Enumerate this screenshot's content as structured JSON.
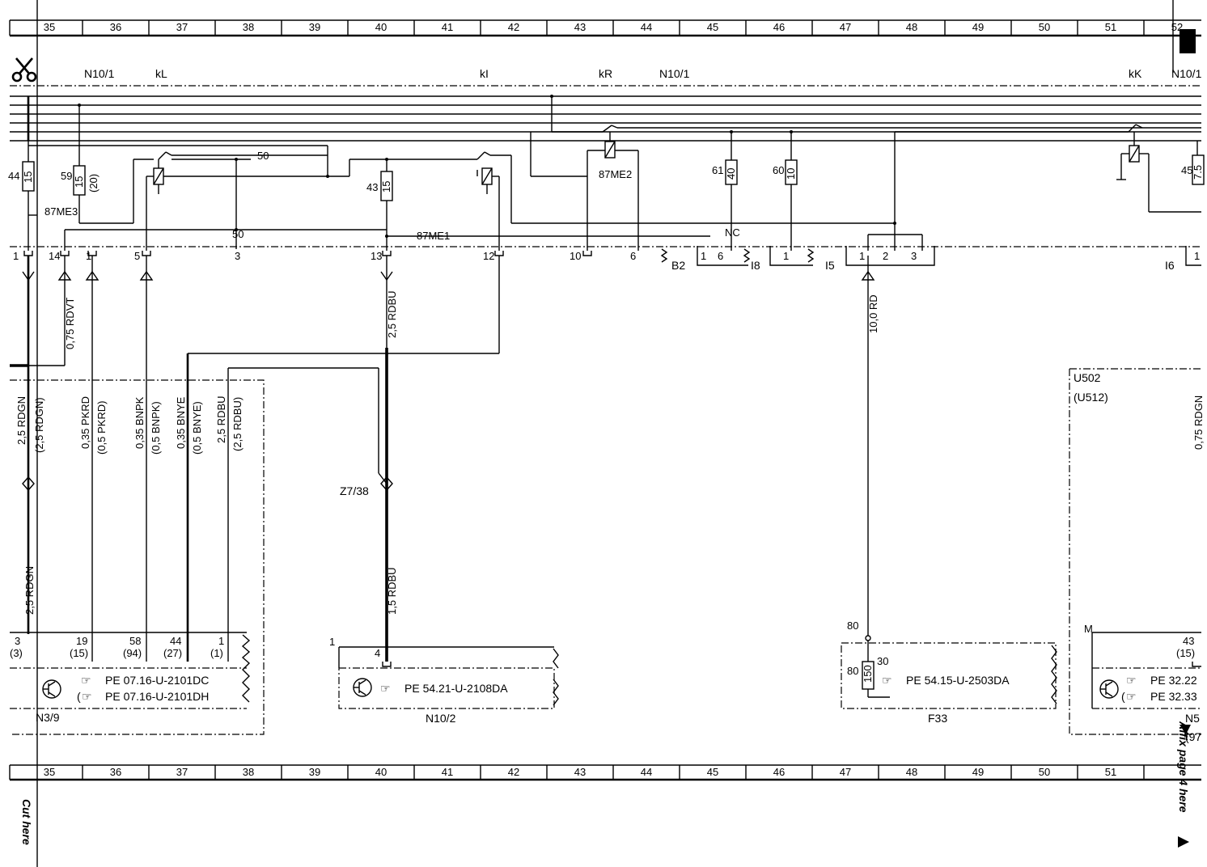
{
  "ruler": {
    "top_numbers": [
      "35",
      "36",
      "37",
      "38",
      "39",
      "40",
      "41",
      "42",
      "43",
      "44",
      "45",
      "46",
      "47",
      "48",
      "49",
      "50",
      "51",
      "52"
    ],
    "bottom_numbers": [
      "35",
      "36",
      "37",
      "38",
      "39",
      "40",
      "41",
      "42",
      "43",
      "44",
      "45",
      "46",
      "47",
      "48",
      "49",
      "50",
      "51"
    ]
  },
  "cut_here_left": "Cut here",
  "affix_right": "Affix page 4 here",
  "header_labels": {
    "n10_1_left": "N10/1",
    "kL": "kL",
    "kI": "kI",
    "kR": "kR",
    "n10_1_mid": "N10/1",
    "kK": "kK",
    "n10_1_right": "N10/1"
  },
  "fuses": {
    "f44": {
      "num": "44",
      "rating": "15"
    },
    "f59": {
      "num": "59",
      "rating": "15",
      "alt": "(20)"
    },
    "f43": {
      "num": "43",
      "rating": "15"
    },
    "f61": {
      "num": "61",
      "rating": "40"
    },
    "f60": {
      "num": "60",
      "rating": "10"
    },
    "f45": {
      "num": "45",
      "rating": "7.5"
    },
    "f80": {
      "num": "80",
      "rating": "150"
    }
  },
  "relay_labels": {
    "me3": "87ME3",
    "me2": "87ME2",
    "me1": "87ME1",
    "fifty_top": "50",
    "fifty_mid": "50",
    "nc": "NC"
  },
  "connector_pins": {
    "p1": "1",
    "p14": "14",
    "p1b": "1",
    "p5": "5",
    "p3": "3",
    "p13": "13",
    "p12": "12",
    "p10": "10",
    "p6": "6",
    "b2": "B2",
    "i8_1": "1",
    "i8_6": "6",
    "i8": "I8",
    "i5_1": "1",
    "i5": "I5",
    "x2": "1",
    "x3": "2",
    "x4": "3",
    "i6": "I6",
    "i6_1": "1"
  },
  "wires": {
    "rdvt": "0,75 RDVT",
    "rdbu_25": "2,5 RDBU",
    "rd_10": "10,0 RD",
    "rdgn_1": "2,5 RDGN",
    "rdgn_1b": "(2,5 RDGN)",
    "pkrd": "0,35 PKRD",
    "pkrd_b": "(0,5 PKRD)",
    "bnpk": "0,35 BNPK",
    "bnpk_b": "(0,5 BNPK)",
    "bnye": "0,35 BNYE",
    "bnye_b": "(0,5 BNYE)",
    "rdbu_b1": "2,5 RDBU",
    "rdbu_b2": "(2,5 RDBU)",
    "rdgn_lower": "2,5 RDGN",
    "rdbu_15": "1,5 RDBU",
    "rdgn_right": "0,75 RDGN"
  },
  "modules": {
    "n3_9": {
      "name": "N3/9",
      "pins_top": [
        "3",
        "19",
        "58",
        "44",
        "1"
      ],
      "pins_bot": [
        "(3)",
        "(15)",
        "(94)",
        "(27)",
        "(1)"
      ],
      "ref1": "PE 07.16-U-2101DC",
      "ref2": "PE 07.16-U-2101DH",
      "ref2_prefix": "("
    },
    "z7_38": "Z7/38",
    "n10_2": {
      "name": "N10/2",
      "pin_left": "1",
      "pin": "4",
      "ref": "PE 54.21-U-2108DA"
    },
    "f33": {
      "name": "F33",
      "pin_top": "80",
      "pin_a": "30",
      "pin_b": "80",
      "ref": "PE 54.15-U-2503DA"
    },
    "u502": {
      "name": "U502",
      "alt": "(U512)",
      "m": "M",
      "pin": "43",
      "pin_b": "(15)",
      "ref1": "PE 32.22",
      "ref2": "PE 32.33",
      "ref2_prefix": "(",
      "module": "N5",
      "module_b": "(97"
    }
  }
}
